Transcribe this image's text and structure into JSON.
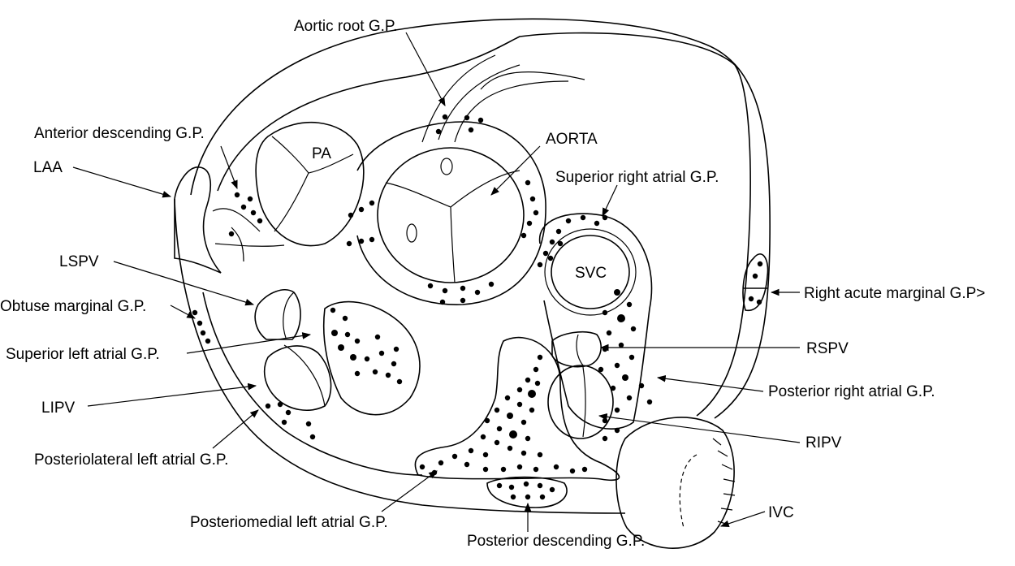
{
  "labels": {
    "aortic_root": "Aortic root G.P.",
    "anterior_descending": "Anterior descending G.P.",
    "laa": "LAA",
    "pa": "PA",
    "aorta": "AORTA",
    "superior_right_atrial": "Superior right atrial G.P.",
    "lspv": "LSPV",
    "svc": "SVC",
    "obtuse_marginal": "Obtuse marginal G.P.",
    "right_acute_marginal": "Right acute marginal G.P>",
    "superior_left_atrial": "Superior left atrial G.P.",
    "rspv": "RSPV",
    "lipv": "LIPV",
    "posterior_right_atrial": "Posterior right atrial G.P.",
    "ripv": "RIPV",
    "posterolateral_left_atrial": "Posteriolateral left atrial G.P.",
    "ivc": "IVC",
    "posteriomedial_left_atrial": "Posteriomedial left atrial G.P.",
    "posterior_descending": "Posterior descending G.P."
  }
}
